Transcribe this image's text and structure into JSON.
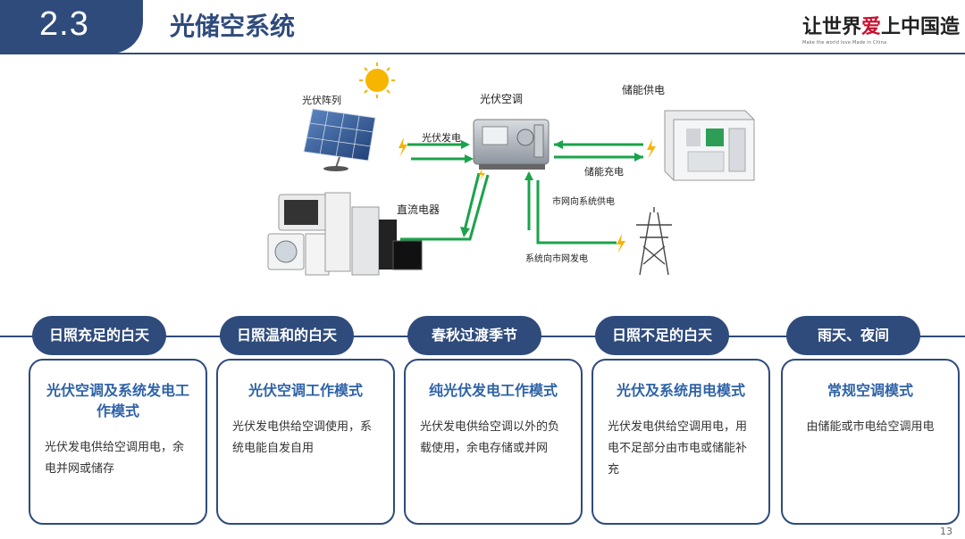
{
  "header": {
    "section_number": "2.3",
    "title": "光储空系统",
    "logo_text_a": "让世界",
    "logo_text_red": "爱",
    "logo_text_b": "上中国造",
    "logo_subtitle": "Make the world love Made in China"
  },
  "diagram": {
    "pv_array": "光伏阵列",
    "pv_ac": "光伏空调",
    "storage_supply": "储能供电",
    "pv_generation": "光伏发电",
    "storage_charge": "储能充电",
    "dc_appliance": "直流电器",
    "grid_to_system": "市网向系统供电",
    "system_to_grid": "系统向市网发电"
  },
  "colors": {
    "primary": "#2f4b7c",
    "accent_blue": "#2f63a8",
    "flow_green": "#1aa34a",
    "bolt": "#f5b400"
  },
  "phases": [
    {
      "label": "日照充足的白天",
      "mode": "光伏空调及系统发电工作模式",
      "desc": "光伏发电供给空调用电，余电并网或储存"
    },
    {
      "label": "日照温和的白天",
      "mode": "光伏空调工作模式",
      "desc": "光伏发电供给空调使用，系统电能自发自用"
    },
    {
      "label": "春秋过渡季节",
      "mode": "纯光伏发电工作模式",
      "desc": "光伏发电供给空调以外的负载使用，余电存储或并网"
    },
    {
      "label": "日照不足的白天",
      "mode": "光伏及系统用电模式",
      "desc": "光伏发电供给空调用电，用电不足部分由市电或储能补充"
    },
    {
      "label": "雨天、夜间",
      "mode": "常规空调模式",
      "desc": "由储能或市电给空调用电"
    }
  ],
  "page_number": "13"
}
